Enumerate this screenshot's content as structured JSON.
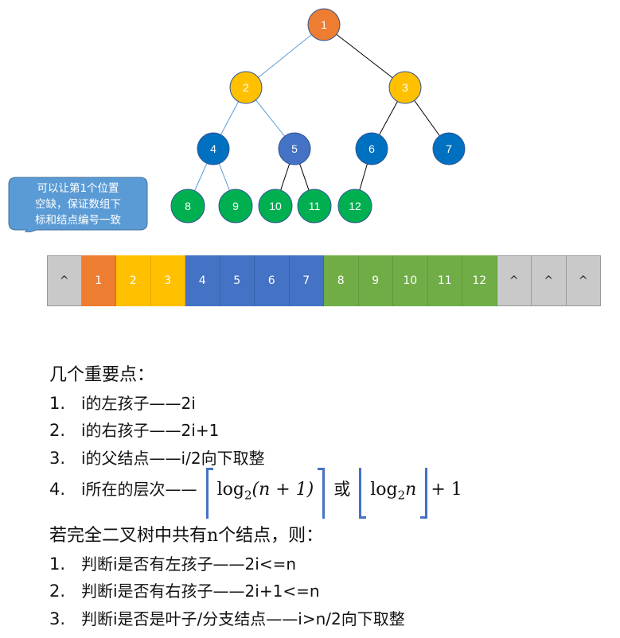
{
  "tree": {
    "nodes": [
      {
        "label": "1",
        "color": "#ed7d31"
      },
      {
        "label": "2",
        "color": "#ffc000"
      },
      {
        "label": "3",
        "color": "#ffc000"
      },
      {
        "label": "4",
        "color": "#0070c0"
      },
      {
        "label": "5",
        "color": "#4472c4"
      },
      {
        "label": "6",
        "color": "#0070c0"
      },
      {
        "label": "7",
        "color": "#0070c0"
      },
      {
        "label": "8",
        "color": "#00b050"
      },
      {
        "label": "9",
        "color": "#00b050"
      },
      {
        "label": "10",
        "color": "#00b050"
      },
      {
        "label": "11",
        "color": "#00b050"
      },
      {
        "label": "12",
        "color": "#00b050"
      }
    ],
    "edges": [
      [
        1,
        2
      ],
      [
        1,
        3
      ],
      [
        2,
        4
      ],
      [
        2,
        5
      ],
      [
        3,
        6
      ],
      [
        3,
        7
      ],
      [
        4,
        8
      ],
      [
        4,
        9
      ],
      [
        5,
        10
      ],
      [
        5,
        11
      ],
      [
        6,
        12
      ]
    ],
    "highlight_edge_color": "#5b9bd5",
    "normal_edge_color": "#000000"
  },
  "callout": {
    "lines": [
      "可以让第1个位置",
      "空缺，保证数组下",
      "标和结点编号一致"
    ],
    "color": "#5b9bd5"
  },
  "array": {
    "cells": [
      {
        "label": "^",
        "color": "#c9c9c9"
      },
      {
        "label": "1",
        "color": "#ed7d31"
      },
      {
        "label": "2",
        "color": "#ffc000"
      },
      {
        "label": "3",
        "color": "#ffc000"
      },
      {
        "label": "4",
        "color": "#4472c4"
      },
      {
        "label": "5",
        "color": "#4472c4"
      },
      {
        "label": "6",
        "color": "#4472c4"
      },
      {
        "label": "7",
        "color": "#4472c4"
      },
      {
        "label": "8",
        "color": "#70ad47"
      },
      {
        "label": "9",
        "color": "#70ad47"
      },
      {
        "label": "10",
        "color": "#70ad47"
      },
      {
        "label": "11",
        "color": "#70ad47"
      },
      {
        "label": "12",
        "color": "#70ad47"
      },
      {
        "label": "^",
        "color": "#c9c9c9"
      },
      {
        "label": "^",
        "color": "#c9c9c9"
      },
      {
        "label": "^",
        "color": "#c9c9c9"
      }
    ]
  },
  "notes": {
    "heading": "几个重要点：",
    "items": [
      {
        "num": "1.",
        "text": "i的左孩子——2i"
      },
      {
        "num": "2.",
        "text": "i的右孩子——2i+1"
      },
      {
        "num": "3.",
        "text": "i的父结点——i/2向下取整"
      }
    ],
    "item4": {
      "num": "4.",
      "prefix": "i所在的层次——",
      "ceil_log": "log",
      "ceil_sub": "2",
      "ceil_arg": "(n + 1)",
      "or": "或",
      "floor_log": "log",
      "floor_sub": "2",
      "floor_arg": "n",
      "suffix": "+ 1"
    },
    "heading2": "若完全二叉树中共有n个结点，则：",
    "items2": [
      {
        "num": "1.",
        "text": "判断i是否有左孩子——2i<=n"
      },
      {
        "num": "2.",
        "text": "判断i是否有右孩子——2i+1<=n"
      },
      {
        "num": "3.",
        "text": "判断i是否是叶子/分支结点——i>n/2向下取整"
      }
    ]
  }
}
